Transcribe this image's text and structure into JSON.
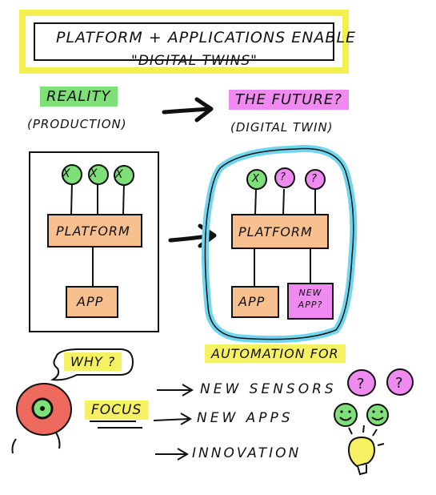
{
  "title": {
    "line1": "PLATFORM + APPLICATIONS ENABLE",
    "line2": "\"DIGITAL TWINS\""
  },
  "left_header": {
    "label": "REALITY",
    "sub": "(PRODUCTION)"
  },
  "right_header": {
    "label": "THE FUTURE?",
    "sub": "(DIGITAL TWIN)"
  },
  "left_diagram": {
    "sensors": [
      "X",
      "X",
      "X"
    ],
    "platform": "PLATFORM",
    "app": "APP"
  },
  "right_diagram": {
    "sensors": [
      "X",
      "?",
      "?"
    ],
    "platform": "PLATFORM",
    "app": "APP",
    "new_app": "NEW APP?"
  },
  "why": "WHY ?",
  "focus": "FOCUS",
  "automation_for": "AUTOMATION FOR",
  "list": [
    "NEW SENSORS",
    "NEW APPS",
    "INNOVATION"
  ],
  "colors": {
    "yellow": "#f5f163",
    "green": "#7fe07a",
    "pink": "#ee8af0",
    "orange": "#f7c08e",
    "cyan": "#6fd6ef",
    "red": "#ee6a5e"
  }
}
